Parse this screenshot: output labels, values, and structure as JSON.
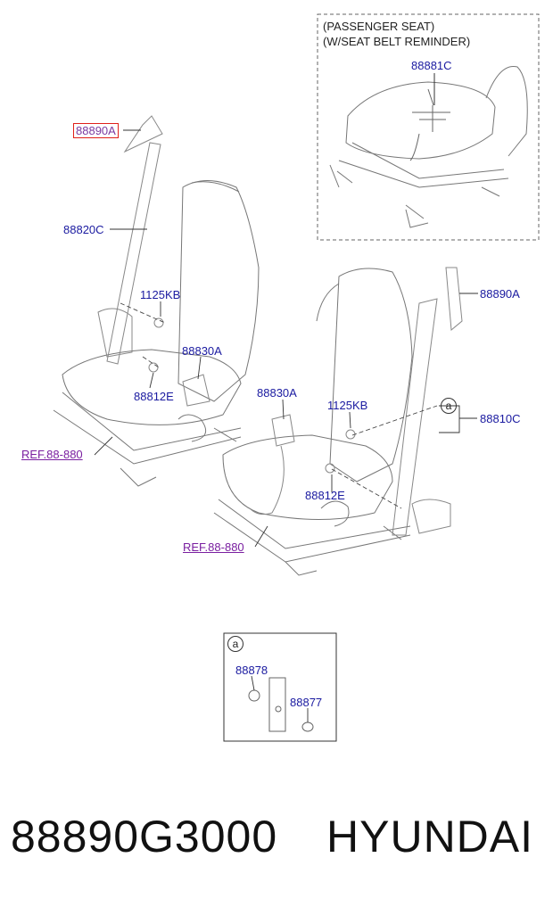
{
  "inset_passenger": {
    "title_line1": "(PASSENGER SEAT)",
    "title_line2": "(W/SEAT BELT REMINDER)",
    "part": "88881C"
  },
  "left_seat": {
    "highlighted_part": "88890A",
    "belt": "88820C",
    "bolt": "1125KB",
    "buckle": "88830A",
    "screw": "88812E",
    "ref": "REF.88-880"
  },
  "right_seat": {
    "anchor": "88890A",
    "buckle": "88830A",
    "bolt": "1125KB",
    "belt": "88810C",
    "callout": "a",
    "screw": "88812E",
    "ref": "REF.88-880"
  },
  "detail_a": {
    "callout": "a",
    "part_left": "88878",
    "part_right": "88877"
  },
  "footer": {
    "part_number": "88890G3000",
    "brand": "HYUNDAI"
  },
  "colors": {
    "label": "#1a1aa0",
    "ref": "#7a1fa0",
    "highlight": "#e0201a"
  }
}
